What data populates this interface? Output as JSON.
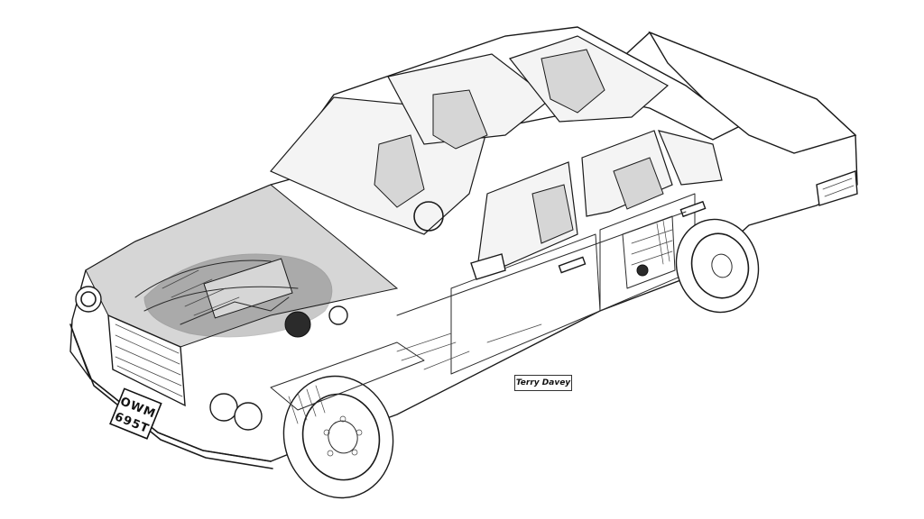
{
  "illustration": {
    "subject": "Saloon car cutaway technical drawing",
    "signature": "Terry Davey",
    "number_plate_line1": "OWM",
    "number_plate_line2": "695T"
  }
}
